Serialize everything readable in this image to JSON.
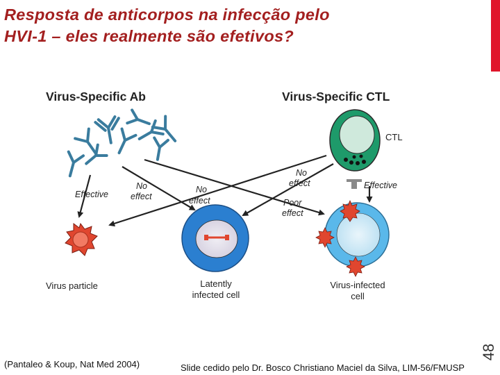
{
  "slide": {
    "title_line1": "Resposta de anticorpos na infecção pelo",
    "title_line2": "HVI-1 – eles realmente são efetivos?",
    "slide_number": "48",
    "citation": "(Pantaleo & Koup, Nat Med 2004)",
    "credit": "Slide cedido pelo Dr. Bosco Christiano Maciel da Silva, LIM-56/FMUSP"
  },
  "figure": {
    "heading_left": "Virus-Specific Ab",
    "heading_right": "Virus-Specific CTL",
    "ctl_label": "CTL",
    "ab_effective": "Effective",
    "ab_no_effect_1": "No",
    "ab_no_effect_2": "effect",
    "mid_no_effect_1": "No",
    "mid_no_effect_2": "effect",
    "ctl_no_effect_1": "No",
    "ctl_no_effect_2": "effect",
    "ctl_poor_effect_1": "Poor",
    "ctl_poor_effect_2": "effect",
    "ctl_effective": "Effective",
    "virus_particle": "Virus particle",
    "latent_1": "Latently",
    "latent_2": "infected cell",
    "infected_1": "Virus-infected",
    "infected_2": "cell"
  },
  "colors": {
    "title": "#a31f1f",
    "accent": "#e0162b",
    "ctl_cell": "#1e9a6a",
    "latent_cell": "#2b7fd0",
    "infected_cell": "#5ab8ea",
    "virus": "#e0462f",
    "antibody": "#3a7c9e"
  }
}
